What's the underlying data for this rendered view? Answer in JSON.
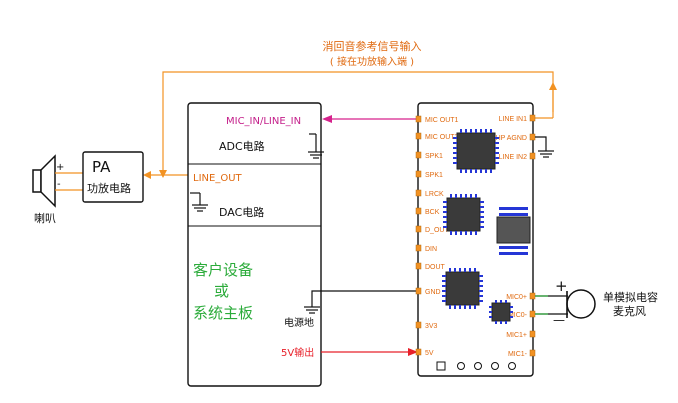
{
  "colors": {
    "orange": "#f29223",
    "magenta": "#d6228c",
    "red": "#e8202a",
    "green": "#2bab3a",
    "pinText": "#e06a10",
    "chip": "#3a3a3a",
    "chipPin": "#2536d6",
    "black": "#111111"
  },
  "reference": {
    "line1": "消回音参考信号输入",
    "line2": "( 接在功放输入端 )"
  },
  "speaker": {
    "label": "喇叭",
    "plus": "+",
    "minus": "-"
  },
  "pa": {
    "title": "PA",
    "subtitle": "功放电路"
  },
  "host": {
    "mic_in": "MIC_IN/LINE_IN",
    "adc": "ADC电路",
    "line_out": "LINE_OUT",
    "dac": "DAC电路",
    "title1": "客户设备",
    "title2": "或",
    "title3": "系统主板",
    "ground_label": "电源地",
    "power_label": "5V输出"
  },
  "module": {
    "left_pins": [
      "MIC OUT1",
      "MIC OUT2",
      "SPK1",
      "SPK1",
      "LRCK",
      "BCK",
      "D_OUT",
      "DIN",
      "DOUT",
      "GND",
      "3V3",
      "5V"
    ],
    "right_pins": [
      "LINE IN1",
      "HP AGND",
      "LINE IN2",
      "MIC0+",
      "MIC0-",
      "MIC1+",
      "MIC1-"
    ]
  },
  "mic": {
    "label1": "单模拟电容",
    "label2": "麦克风",
    "plus": "+",
    "minus": "—"
  }
}
